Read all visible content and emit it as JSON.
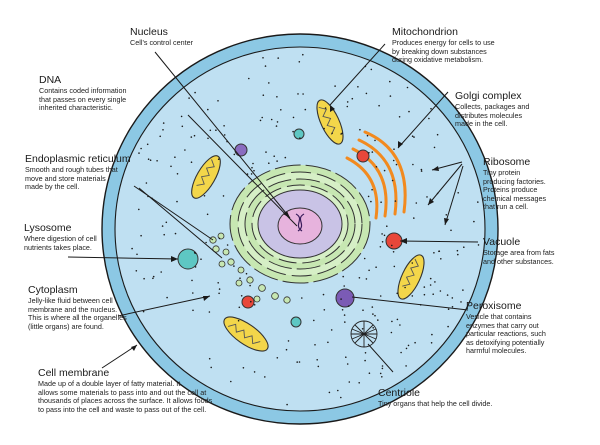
{
  "labels": {
    "nucleus": {
      "title": "Nucleus",
      "desc": "Cell’s control center"
    },
    "dna": {
      "title": "DNA",
      "desc": "Contains coded information\nthat passes on every single\ninherited characteristic."
    },
    "er": {
      "title": "Endoplasmic reticulum",
      "desc": "Smooth and rough tubes that\nmove and store materials\nmade by the cell."
    },
    "lysosome": {
      "title": "Lysosome",
      "desc": "Where digestion of cell\nnutrients takes place."
    },
    "cytoplasm": {
      "title": "Cytoplasm",
      "desc": "Jelly-like fluid between cell\nmembrane and the nucleus.\nThis is where all the organelles\n(little organs) are found."
    },
    "membrane": {
      "title": "Cell membrane",
      "desc": "Made up of a double layer of fatty material. It\nallows some materials to pass into and out the cell at\nthousands of places across the surface. It allows foods\nto pass into the cell and waste to pass out of the cell."
    },
    "mitochondrion": {
      "title": "Mitochondrion",
      "desc": "Produces energy for cells to use\nby breaking down substances\nduring oxidative metabolism."
    },
    "golgi": {
      "title": "Golgi complex",
      "desc": "Collects, packages and\ndistributes molecules\nmade in the cell."
    },
    "ribosome": {
      "title": "Ribosome",
      "desc": "Tiny protein\nproducing factories.\nProteins produce\nchemical messages\nthat run a cell."
    },
    "vacuole": {
      "title": "Vacuole",
      "desc": "Storage area from fats\nand other substances."
    },
    "peroxisome": {
      "title": "Peroxisome",
      "desc": "Vesicle that contains\nenzymes that carry out\nparticular reactions, such\nas detoxifying potentially\nharmful molecules."
    },
    "centriole": {
      "title": "Centriole",
      "desc": "Tiny organs that help the cell divide."
    }
  },
  "colors": {
    "membrane": "#8cc8e4",
    "cytoplasm": "#bfe0f2",
    "nucleus_outer": "#c9c3e6",
    "nucleolus": "#e7b3dd",
    "er": "#c7e7b2",
    "golgi": "#f28a1f",
    "mito_fill": "#f3d64a",
    "vacuole": "#e8473a",
    "lysosome": "#5ec7c3",
    "peroxisome": "#7b5bb5",
    "small_purple": "#8a6cc0"
  }
}
